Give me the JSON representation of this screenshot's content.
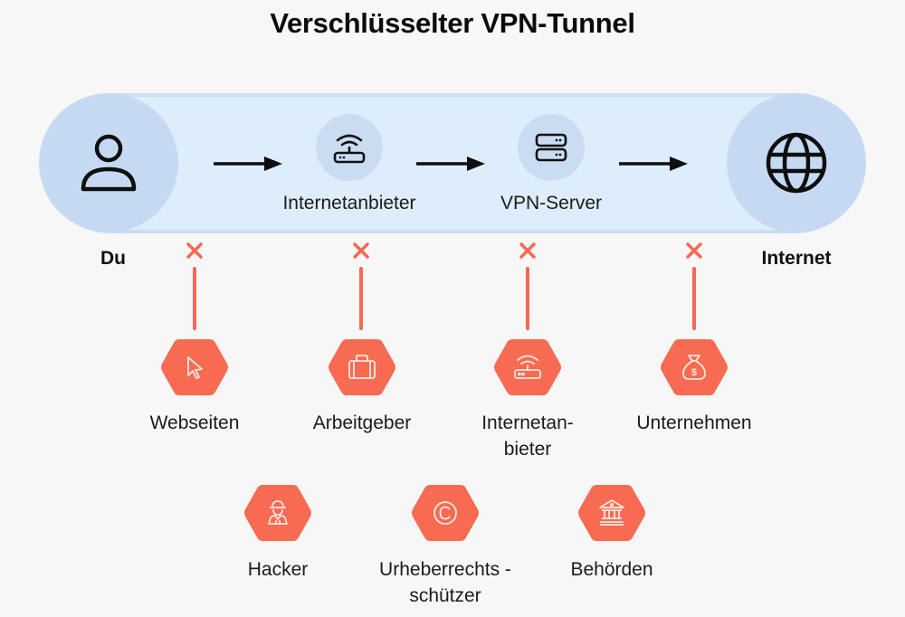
{
  "title": "Verschlüsselter VPN-Tunnel",
  "colors": {
    "background": "#f7f7f7",
    "tunnel": "#ddedfc",
    "node_circle": "#c5daf2",
    "threat": "#f76b52",
    "threat_icon": "#fde9e2",
    "text": "#111111"
  },
  "tunnel": {
    "start": {
      "label": "Du",
      "icon": "user-icon"
    },
    "nodes": [
      {
        "label": "Internetanbieter",
        "icon": "router-icon"
      },
      {
        "label": "VPN-Server",
        "icon": "server-icon"
      }
    ],
    "end": {
      "label": "Internet",
      "icon": "globe-icon"
    },
    "arrows": [
      "arrow-right-icon",
      "arrow-right-icon",
      "arrow-right-icon"
    ]
  },
  "threats": [
    {
      "label": "Webseiten",
      "icon": "cursor-icon",
      "blocked": true
    },
    {
      "label": "Arbeitgeber",
      "icon": "briefcase-icon",
      "blocked": true
    },
    {
      "label_line1": "Internetan-",
      "label_line2": "bieter",
      "icon": "router-icon",
      "blocked": true
    },
    {
      "label": "Unternehmen",
      "icon": "money-bag-icon",
      "blocked": true
    },
    {
      "label": "Hacker",
      "icon": "spy-icon"
    },
    {
      "label_line1": "Urheberrechts -",
      "label_line2": "schützer",
      "icon": "copyright-icon"
    },
    {
      "label": "Behörden",
      "icon": "government-building-icon"
    }
  ]
}
